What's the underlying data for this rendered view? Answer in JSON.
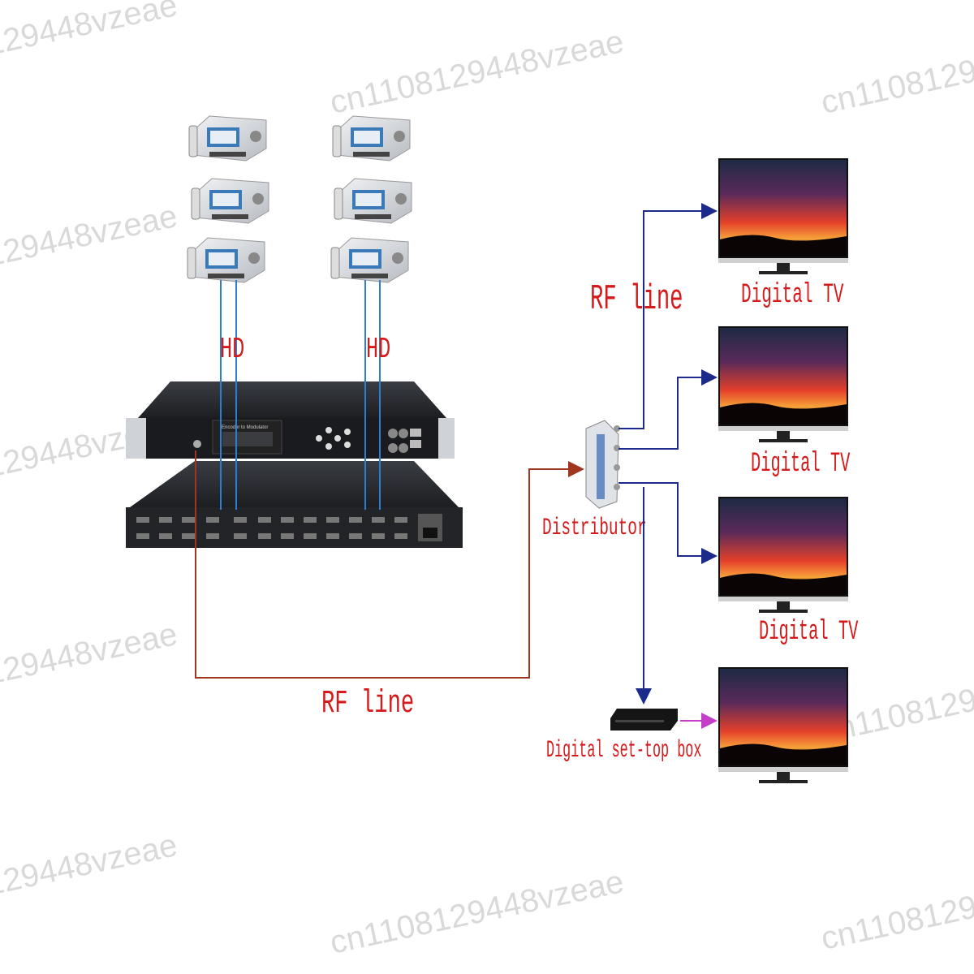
{
  "watermark": "cn1108129448vzeae",
  "encoder": {
    "panel_text": "Encoder to Modulator"
  },
  "labels": {
    "hd_left": "HD",
    "hd_right": "HD",
    "rf_line_bottom": "RF line",
    "rf_line_top": "RF line",
    "distributor": "Distributor",
    "tv1": "Digital TV",
    "tv2": "Digital TV",
    "tv3": "Digital TV",
    "set_top_box": "Digital set-top box"
  },
  "colors": {
    "label": "#d41a1a",
    "hdmi_line": "#2a7fd4",
    "rf_line": "#a0361e",
    "distribution_line": "#1c2a8c",
    "stb_to_tv": "#c43cc8"
  }
}
